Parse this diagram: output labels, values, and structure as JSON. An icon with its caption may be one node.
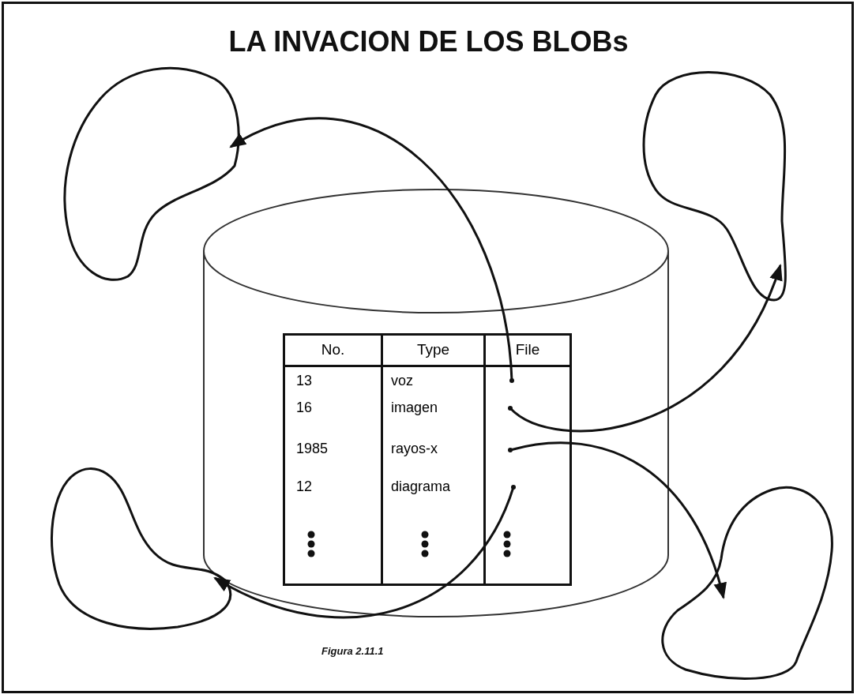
{
  "diagram": {
    "title": "LA INVACION DE LOS BLOBs",
    "caption": "Figura 2.11.1",
    "nodes": [
      {
        "text": [],
        "shape": "blob"
      },
      {
        "text": [],
        "shape": "blob"
      },
      {
        "text": [],
        "shape": "cylinder"
      },
      {
        "text": [],
        "shape": "dot",
        "in": 2
      },
      {
        "text": [],
        "shape": "dot",
        "in": 2
      },
      {
        "text": [],
        "shape": "dot",
        "in": 2
      },
      {
        "text": [],
        "shape": "dot",
        "in": 2
      },
      {
        "text": [],
        "shape": "blob"
      },
      {
        "text": [],
        "shape": "blob"
      }
    ],
    "edges": [
      {
        "from": 3,
        "to": 0,
        "arrow": "to"
      },
      {
        "from": 4,
        "to": 1,
        "arrow": "to"
      },
      {
        "from": 5,
        "to": 8,
        "arrow": "to"
      },
      {
        "from": 6,
        "to": 7,
        "arrow": "to"
      }
    ],
    "labels": [
      "No.",
      "Type",
      "File",
      "13",
      "voz",
      "16",
      "imagen",
      "1985",
      "rayos-x",
      "12",
      "diagrama"
    ]
  }
}
